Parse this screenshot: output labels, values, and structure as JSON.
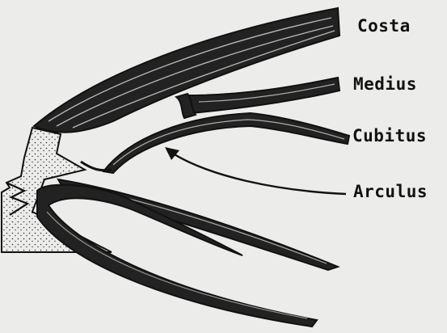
{
  "labels": {
    "costa": "Costa",
    "medius": "Medius",
    "cubitus": "Cubitus",
    "arculus": "Arculus"
  },
  "colors": {
    "background": "#ecedea",
    "ink": "#111111"
  }
}
